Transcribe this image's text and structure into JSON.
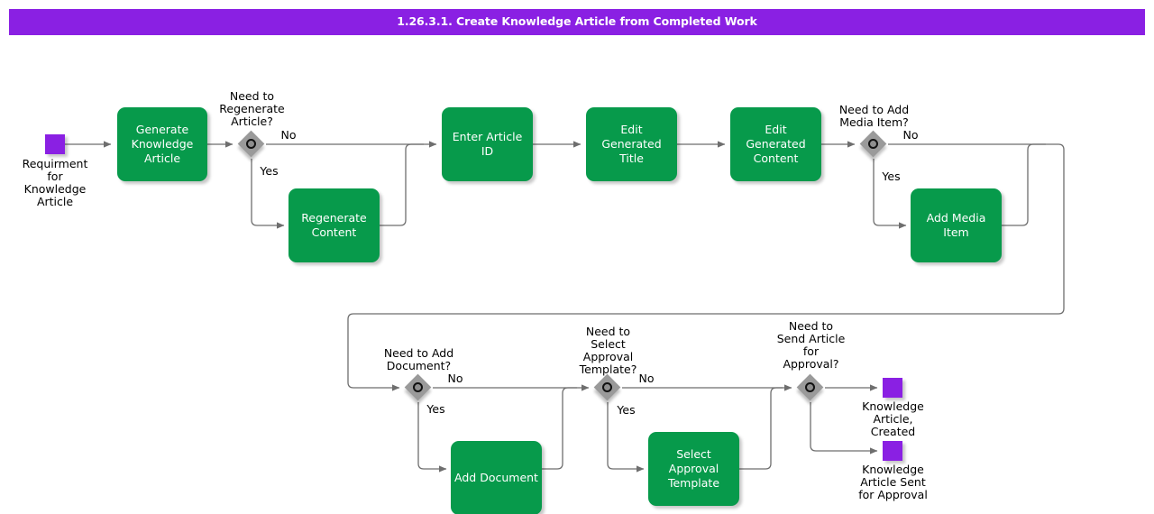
{
  "diagram": {
    "title": "1.26.3.1. Create Knowledge Article from Completed Work",
    "type": "bpmn-flowchart",
    "colors": {
      "title_bar": "#8A20E3",
      "event": "#8A20E3",
      "task": "#079A4B",
      "gateway": "#9A9A9A",
      "connector": "#6E6E6E",
      "background": "#FFFFFF",
      "task_text": "#FFFFFF",
      "label_text": "#000000"
    },
    "start_events": [
      {
        "id": "start-1",
        "label": "Requirment\nfor\nKnowledge\nArticle"
      }
    ],
    "end_events": [
      {
        "id": "end-created",
        "label": "Knowledge\nArticle,\nCreated"
      },
      {
        "id": "end-approval",
        "label": "Knowledge\nArticle Sent\nfor Approval"
      }
    ],
    "tasks": [
      {
        "id": "task-generate",
        "label": "Generate\nKnowledge\nArticle"
      },
      {
        "id": "task-regenerate",
        "label": "Regenerate\nContent"
      },
      {
        "id": "task-article-id",
        "label": "Enter Article ID"
      },
      {
        "id": "task-edit-title",
        "label": "Edit Generated\nTitle"
      },
      {
        "id": "task-edit-content",
        "label": "Edit Generated\nContent"
      },
      {
        "id": "task-add-media",
        "label": "Add Media Item"
      },
      {
        "id": "task-add-document",
        "label": "Add Document"
      },
      {
        "id": "task-select-template",
        "label": "Select Approval\nTemplate"
      }
    ],
    "gateways": [
      {
        "id": "gw-regenerate",
        "label": "Need to\nRegenerate\nArticle?",
        "yes": "Yes",
        "no": "No"
      },
      {
        "id": "gw-media",
        "label": "Need to Add\nMedia Item?",
        "yes": "Yes",
        "no": "No"
      },
      {
        "id": "gw-document",
        "label": "Need to Add\nDocument?",
        "yes": "Yes",
        "no": "No"
      },
      {
        "id": "gw-template",
        "label": "Need to\nSelect\nApproval\nTemplate?",
        "yes": "Yes",
        "no": "No"
      },
      {
        "id": "gw-send",
        "label": "Need to\nSend Article\nfor\nApproval?"
      }
    ]
  }
}
